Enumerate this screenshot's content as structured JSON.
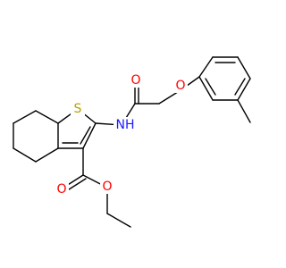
{
  "molecule": {
    "atoms": {
      "sulfur": {
        "symbol": "S"
      },
      "nitrogen": {
        "symbol": "NH"
      },
      "amide_oxygen": {
        "symbol": "O"
      },
      "ether_oxygen": {
        "symbol": "O"
      },
      "ester_carbonyl_oxygen": {
        "symbol": "O"
      },
      "ester_alkoxy_oxygen": {
        "symbol": "O"
      }
    }
  },
  "colors": {
    "bond": "#000000",
    "sulfur": "#b8a100",
    "nitrogen": "#1a1aff",
    "oxygen": "#ff0000"
  }
}
